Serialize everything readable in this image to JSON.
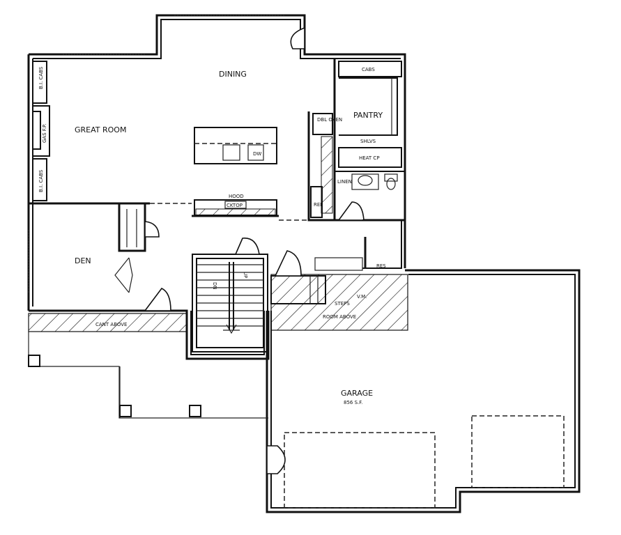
{
  "rooms": {
    "dining": "DINING",
    "great_room": "GREAT ROOM",
    "pantry": "PANTRY",
    "den": "DEN",
    "garage": "GARAGE",
    "garage_area": "856 S.F."
  },
  "labels": {
    "bi_cabs_top": "B.I. CABS",
    "gas_fp": "GAS F.P.",
    "bi_cabs_bottom": "B.I. CABS",
    "cabs": "CABS",
    "shlvs": "SHLVS",
    "heat_cp": "HEAT CP",
    "linen": "LINEN",
    "dbl_oven": "DBL OVEN",
    "ref": "REF",
    "dw": "DW",
    "hood": "HOOD",
    "cktop": "CKTOP",
    "dn": "DN",
    "up": "UP",
    "steps": "STEPS",
    "vm": "V.M.",
    "room_above": "ROOM ABOVE",
    "cant_above": "CANT ABOVE",
    "res": "RES"
  }
}
